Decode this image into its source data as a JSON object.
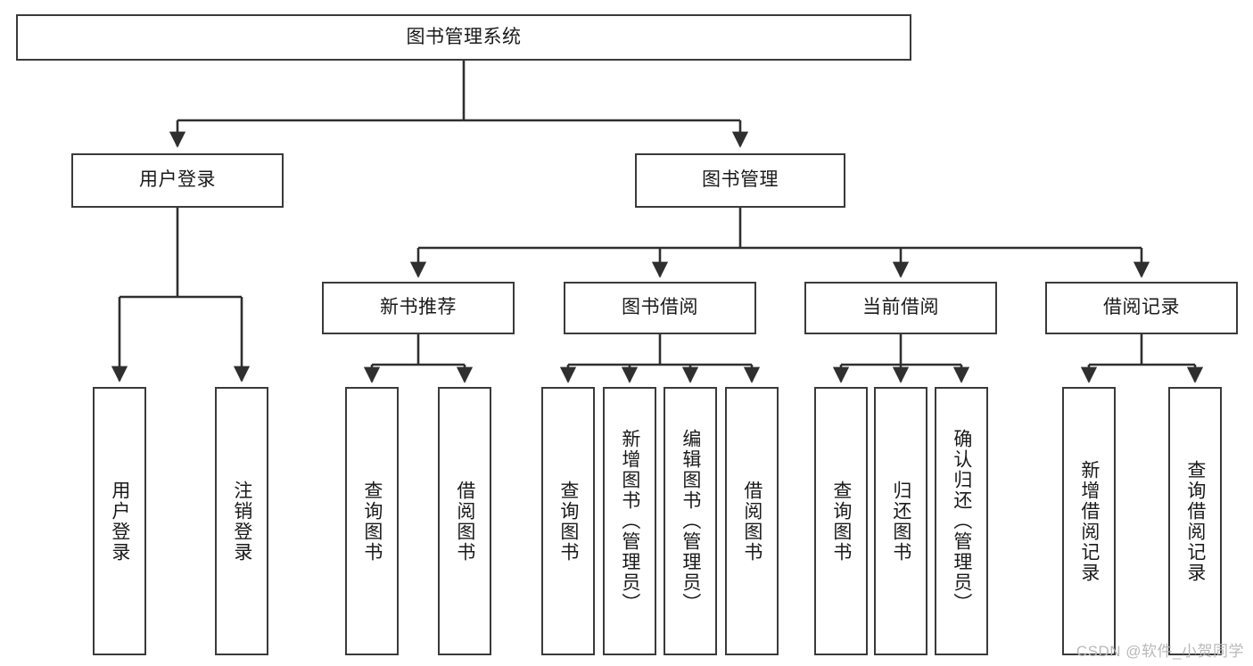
{
  "diagram": {
    "title": "图书管理系统",
    "watermark": "CSDN @软件_小贺同学",
    "type": "tree-hierarchy-diagram",
    "orientation": "top-down",
    "levels": 4,
    "colors": {
      "box_border": "#3a3a3a",
      "box_fill": "#ffffff",
      "connector": "#2f2f2f",
      "text": "#1a1a1a",
      "watermark": "#b9b9b9"
    },
    "root": {
      "label": "图书管理系统"
    },
    "level2": [
      {
        "label": "用户登录"
      },
      {
        "label": "图书管理"
      }
    ],
    "level3": [
      {
        "label": "新书推荐"
      },
      {
        "label": "图书借阅"
      },
      {
        "label": "当前借阅"
      },
      {
        "label": "借阅记录"
      }
    ],
    "leaves": {
      "user_login": [
        {
          "label": "用户登录"
        },
        {
          "label": "注销登录"
        }
      ],
      "new_book_recommend": [
        {
          "label": "查询图书"
        },
        {
          "label": "借阅图书"
        }
      ],
      "book_borrow": [
        {
          "label": "查询图书"
        },
        {
          "label": "新增图书（管理员）"
        },
        {
          "label": "编辑图书（管理员）"
        },
        {
          "label": "借阅图书"
        }
      ],
      "current_borrow": [
        {
          "label": "查询图书"
        },
        {
          "label": "归还图书"
        },
        {
          "label": "确认归还（管理员）"
        }
      ],
      "borrow_record": [
        {
          "label": "新增借阅记录"
        },
        {
          "label": "查询借阅记录"
        }
      ]
    }
  }
}
